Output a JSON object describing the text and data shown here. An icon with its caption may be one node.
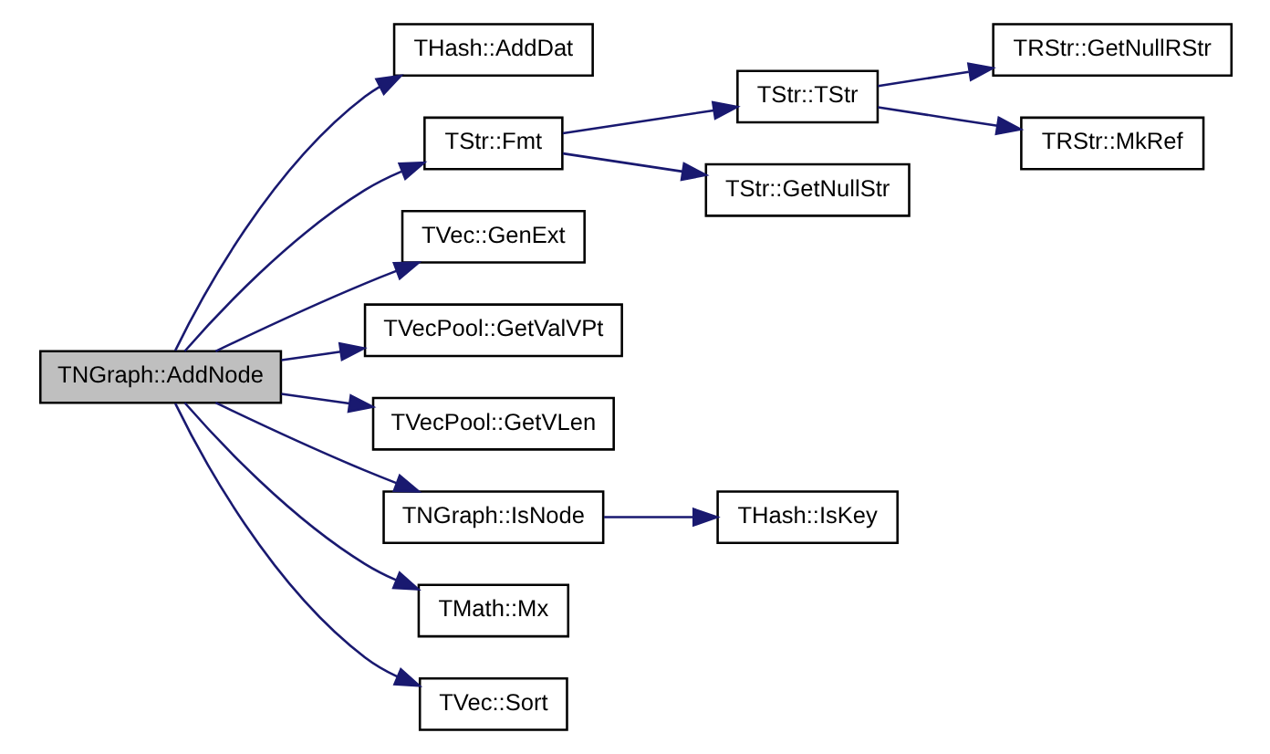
{
  "diagram": {
    "nodes": [
      {
        "text": [
          "TNGraph::AddNode"
        ]
      },
      {
        "text": [
          "THash::AddDat"
        ]
      },
      {
        "text": [
          "TStr::Fmt"
        ]
      },
      {
        "text": [
          "TStr::TStr"
        ]
      },
      {
        "text": [
          "TRStr::GetNullRStr"
        ]
      },
      {
        "text": [
          "TRStr::MkRef"
        ]
      },
      {
        "text": [
          "TStr::GetNullStr"
        ]
      },
      {
        "text": [
          "TVec::GenExt"
        ]
      },
      {
        "text": [
          "TVecPool::GetValVPt"
        ]
      },
      {
        "text": [
          "TVecPool::GetVLen"
        ]
      },
      {
        "text": [
          "TNGraph::IsNode"
        ]
      },
      {
        "text": [
          "THash::IsKey"
        ]
      },
      {
        "text": [
          "TMath::Mx"
        ]
      },
      {
        "text": [
          "TVec::Sort"
        ]
      }
    ],
    "edges": [
      {
        "from": 0,
        "to": 1,
        "arrow": "to"
      },
      {
        "from": 0,
        "to": 2,
        "arrow": "to"
      },
      {
        "from": 2,
        "to": 3,
        "arrow": "to"
      },
      {
        "from": 3,
        "to": 4,
        "arrow": "to"
      },
      {
        "from": 3,
        "to": 5,
        "arrow": "to"
      },
      {
        "from": 2,
        "to": 6,
        "arrow": "to"
      },
      {
        "from": 0,
        "to": 7,
        "arrow": "to"
      },
      {
        "from": 0,
        "to": 8,
        "arrow": "to"
      },
      {
        "from": 0,
        "to": 9,
        "arrow": "to"
      },
      {
        "from": 0,
        "to": 10,
        "arrow": "to"
      },
      {
        "from": 10,
        "to": 11,
        "arrow": "to"
      },
      {
        "from": 0,
        "to": 12,
        "arrow": "to"
      },
      {
        "from": 0,
        "to": 13,
        "arrow": "to"
      }
    ]
  }
}
